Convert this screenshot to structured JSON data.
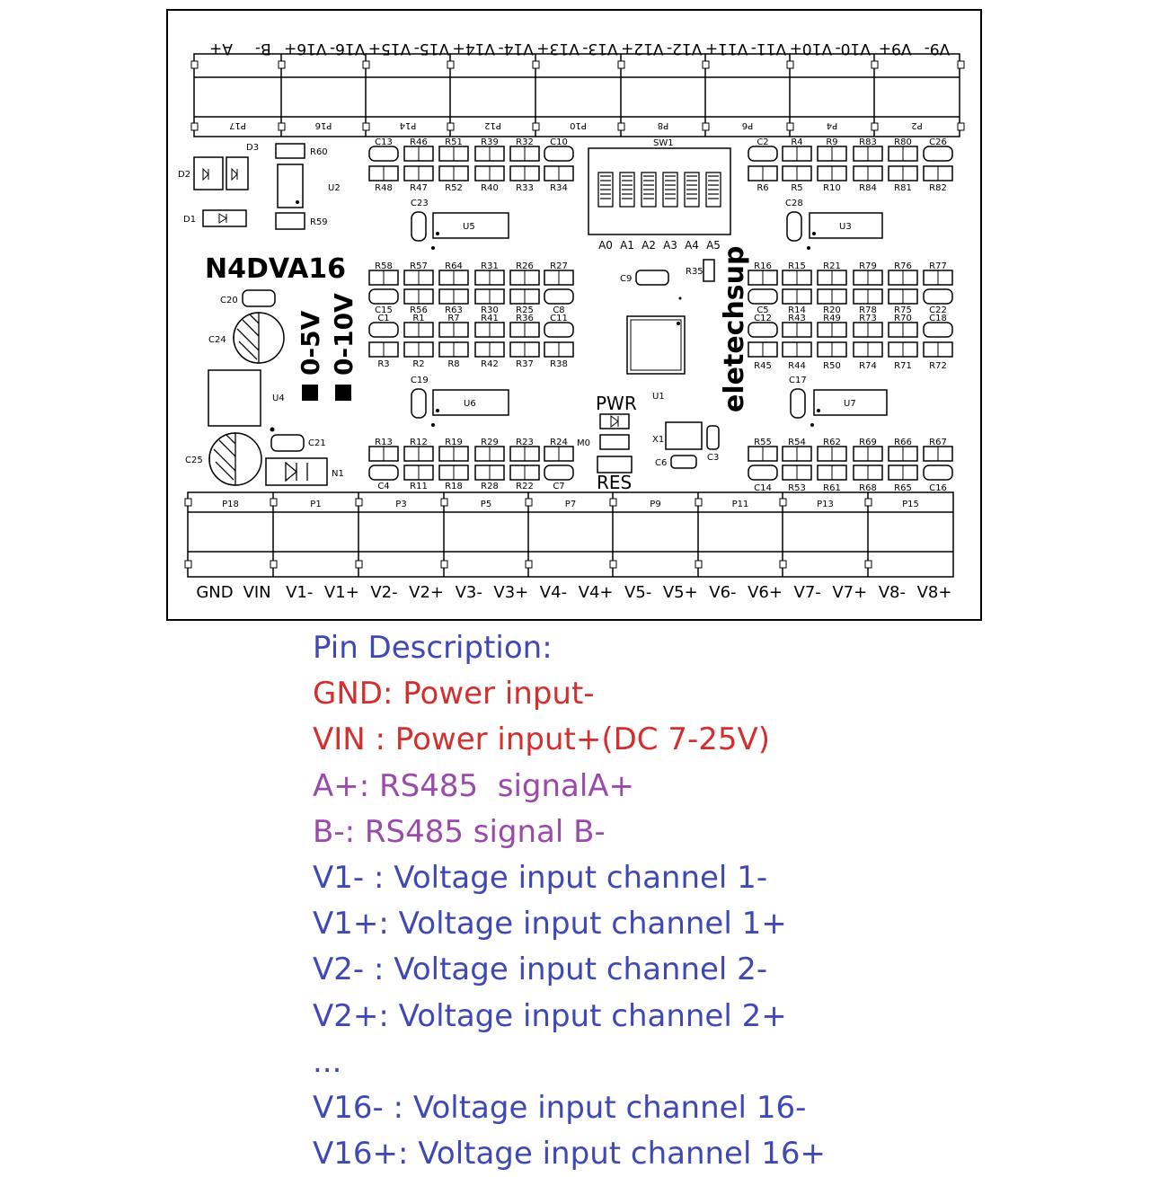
{
  "board": {
    "model_label": "N4DVA16",
    "brand_label": "eletechsup",
    "range_5v_label": "0-5V",
    "range_10v_label": "0-10V",
    "pwr_label": "PWR",
    "res_label": "RES",
    "dip_switch_label": "SW1",
    "dip_address_labels": [
      "A0",
      "A1",
      "A2",
      "A3",
      "A4",
      "A5"
    ],
    "top_terminal_labels": [
      "A+",
      "B-",
      "V16+",
      "V16-",
      "V15+",
      "V15-",
      "V14+",
      "V14-",
      "V13+",
      "V13-",
      "V12+",
      "V12-",
      "V11+",
      "V11-",
      "V10+",
      "V10-",
      "V9+",
      "V9-"
    ],
    "top_port_labels": [
      "P17",
      "P16",
      "P14",
      "P12",
      "P10",
      "P8",
      "P6",
      "P4",
      "P2"
    ],
    "bottom_port_labels": [
      "P18",
      "P1",
      "P3",
      "P5",
      "P7",
      "P9",
      "P11",
      "P13",
      "P15"
    ],
    "bottom_terminal_labels": [
      "GND",
      "VIN",
      "V1-",
      "V1+",
      "V2-",
      "V2+",
      "V3-",
      "V3+",
      "V4-",
      "V4+",
      "V5-",
      "V5+",
      "V6-",
      "V6+",
      "V7-",
      "V7+",
      "V8-",
      "V8+"
    ],
    "ic_labels": [
      "U5",
      "U3",
      "U6",
      "U7",
      "U1",
      "U2",
      "U4",
      "N1",
      "X1"
    ],
    "misc_labels": [
      "D1",
      "D2",
      "D3",
      "R60",
      "R59",
      "C20",
      "C24",
      "C25",
      "C21",
      "C23",
      "C28",
      "C19",
      "C17",
      "C9",
      "C6",
      "C3",
      "R35",
      "M0"
    ],
    "component_rows": [
      {
        "labels": [
          "C13",
          "R46",
          "R51",
          "R39",
          "R32",
          "C10"
        ]
      },
      {
        "labels": [
          "R48",
          "R47",
          "R52",
          "R40",
          "R33",
          "R34"
        ]
      },
      {
        "labels": [
          "C2",
          "R4",
          "R9",
          "R83",
          "R80",
          "C26"
        ]
      },
      {
        "labels": [
          "R6",
          "R5",
          "R10",
          "R84",
          "R81",
          "R82"
        ]
      },
      {
        "labels": [
          "R58",
          "R57",
          "R64",
          "R31",
          "R26",
          "R27"
        ]
      },
      {
        "labels": [
          "C15",
          "R56",
          "R63",
          "R30",
          "R25",
          "C8"
        ]
      },
      {
        "labels": [
          "C1",
          "R1",
          "R7",
          "R41",
          "R36",
          "C11"
        ]
      },
      {
        "labels": [
          "R3",
          "R2",
          "R8",
          "R42",
          "R37",
          "R38"
        ]
      },
      {
        "labels": [
          "R16",
          "R15",
          "R21",
          "R79",
          "R76",
          "R77"
        ]
      },
      {
        "labels": [
          "C5",
          "R14",
          "R20",
          "R78",
          "R75",
          "C22"
        ]
      },
      {
        "labels": [
          "C12",
          "R43",
          "R49",
          "R73",
          "R70",
          "C18"
        ]
      },
      {
        "labels": [
          "R45",
          "R44",
          "R50",
          "R74",
          "R71",
          "R72"
        ]
      },
      {
        "labels": [
          "R13",
          "R12",
          "R19",
          "R29",
          "R23",
          "R24"
        ]
      },
      {
        "labels": [
          "C4",
          "R11",
          "R18",
          "R28",
          "R22",
          "C7"
        ]
      },
      {
        "labels": [
          "R55",
          "R54",
          "R62",
          "R69",
          "R66",
          "R67"
        ]
      },
      {
        "labels": [
          "C14",
          "R53",
          "R61",
          "R68",
          "R65",
          "C16"
        ]
      }
    ]
  },
  "description": {
    "lines": [
      {
        "text": "Pin Description:",
        "color": "#3f48b4"
      },
      {
        "text": "GND: Power input-",
        "color": "#d42f2f"
      },
      {
        "text": "VIN : Power input+(DC 7-25V)",
        "color": "#d42f2f"
      },
      {
        "text": "A+: RS485  signalA+",
        "color": "#9a4aa8"
      },
      {
        "text": "B-: RS485 signal B-",
        "color": "#9a4aa8"
      },
      {
        "text": "V1- : Voltage input channel 1-",
        "color": "#3f48b4"
      },
      {
        "text": "V1+: Voltage input channel 1+",
        "color": "#3f48b4"
      },
      {
        "text": "V2- : Voltage input channel 2-",
        "color": "#3f48b4"
      },
      {
        "text": "V2+: Voltage input channel 2+",
        "color": "#3f48b4"
      },
      {
        "text": "...",
        "color": "#3f48b4"
      },
      {
        "text": "V16- : Voltage input channel 16-",
        "color": "#3f48b4"
      },
      {
        "text": "V16+: Voltage input channel 16+",
        "color": "#3f48b4"
      }
    ]
  }
}
